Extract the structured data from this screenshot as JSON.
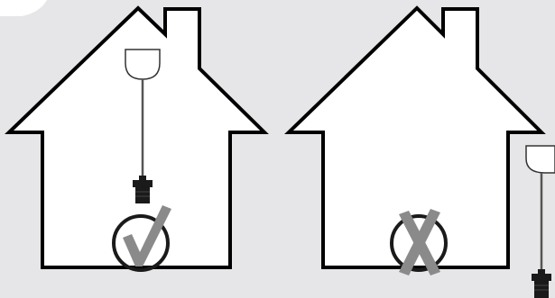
{
  "colors": {
    "background": "#e6e6e8",
    "corner_patch": "#ffffff",
    "house_fill": "#ffffff",
    "outline": "#000000",
    "cord": "#555555",
    "socket": "#1a1a1a",
    "mark_fill": "#8a8a8a",
    "mark_ring": "#1a1a1a"
  },
  "panels": [
    {
      "house": "left",
      "fixture": "pendant-lamp-indoor",
      "verdict": "correct",
      "mark_icon": "checkmark-icon"
    },
    {
      "house": "right",
      "fixture": "pendant-lamp-outdoor",
      "verdict": "incorrect",
      "mark_icon": "cross-icon"
    }
  ]
}
